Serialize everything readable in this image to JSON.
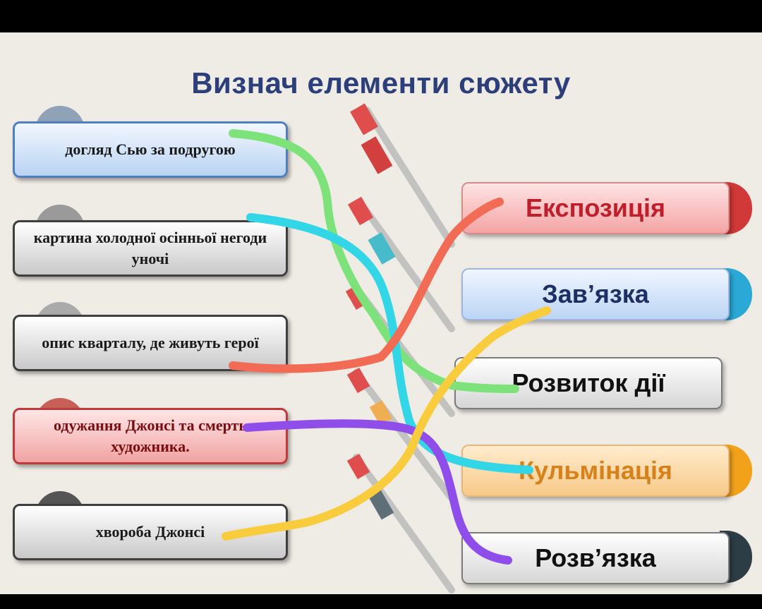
{
  "title": "Визнач елементи сюжету",
  "left_items": [
    "догляд Сью за подругою",
    "картина холодної осінньої негоди уночі",
    "опис кварталу, де живуть герої",
    "одужання Джонсі та смерть художника.",
    "хвороба Джонсі"
  ],
  "right_items": [
    "Експозиція",
    "Зав’язка",
    "Розвиток дії",
    "Кульмінація",
    "Розв’язка"
  ],
  "colors": {
    "title": "#2c3f7a",
    "line_green": "#7ee27a",
    "line_cyan": "#33d6e6",
    "line_red": "#f26b55",
    "line_purple": "#8f4dea",
    "line_yellow": "#f9cc3d"
  }
}
